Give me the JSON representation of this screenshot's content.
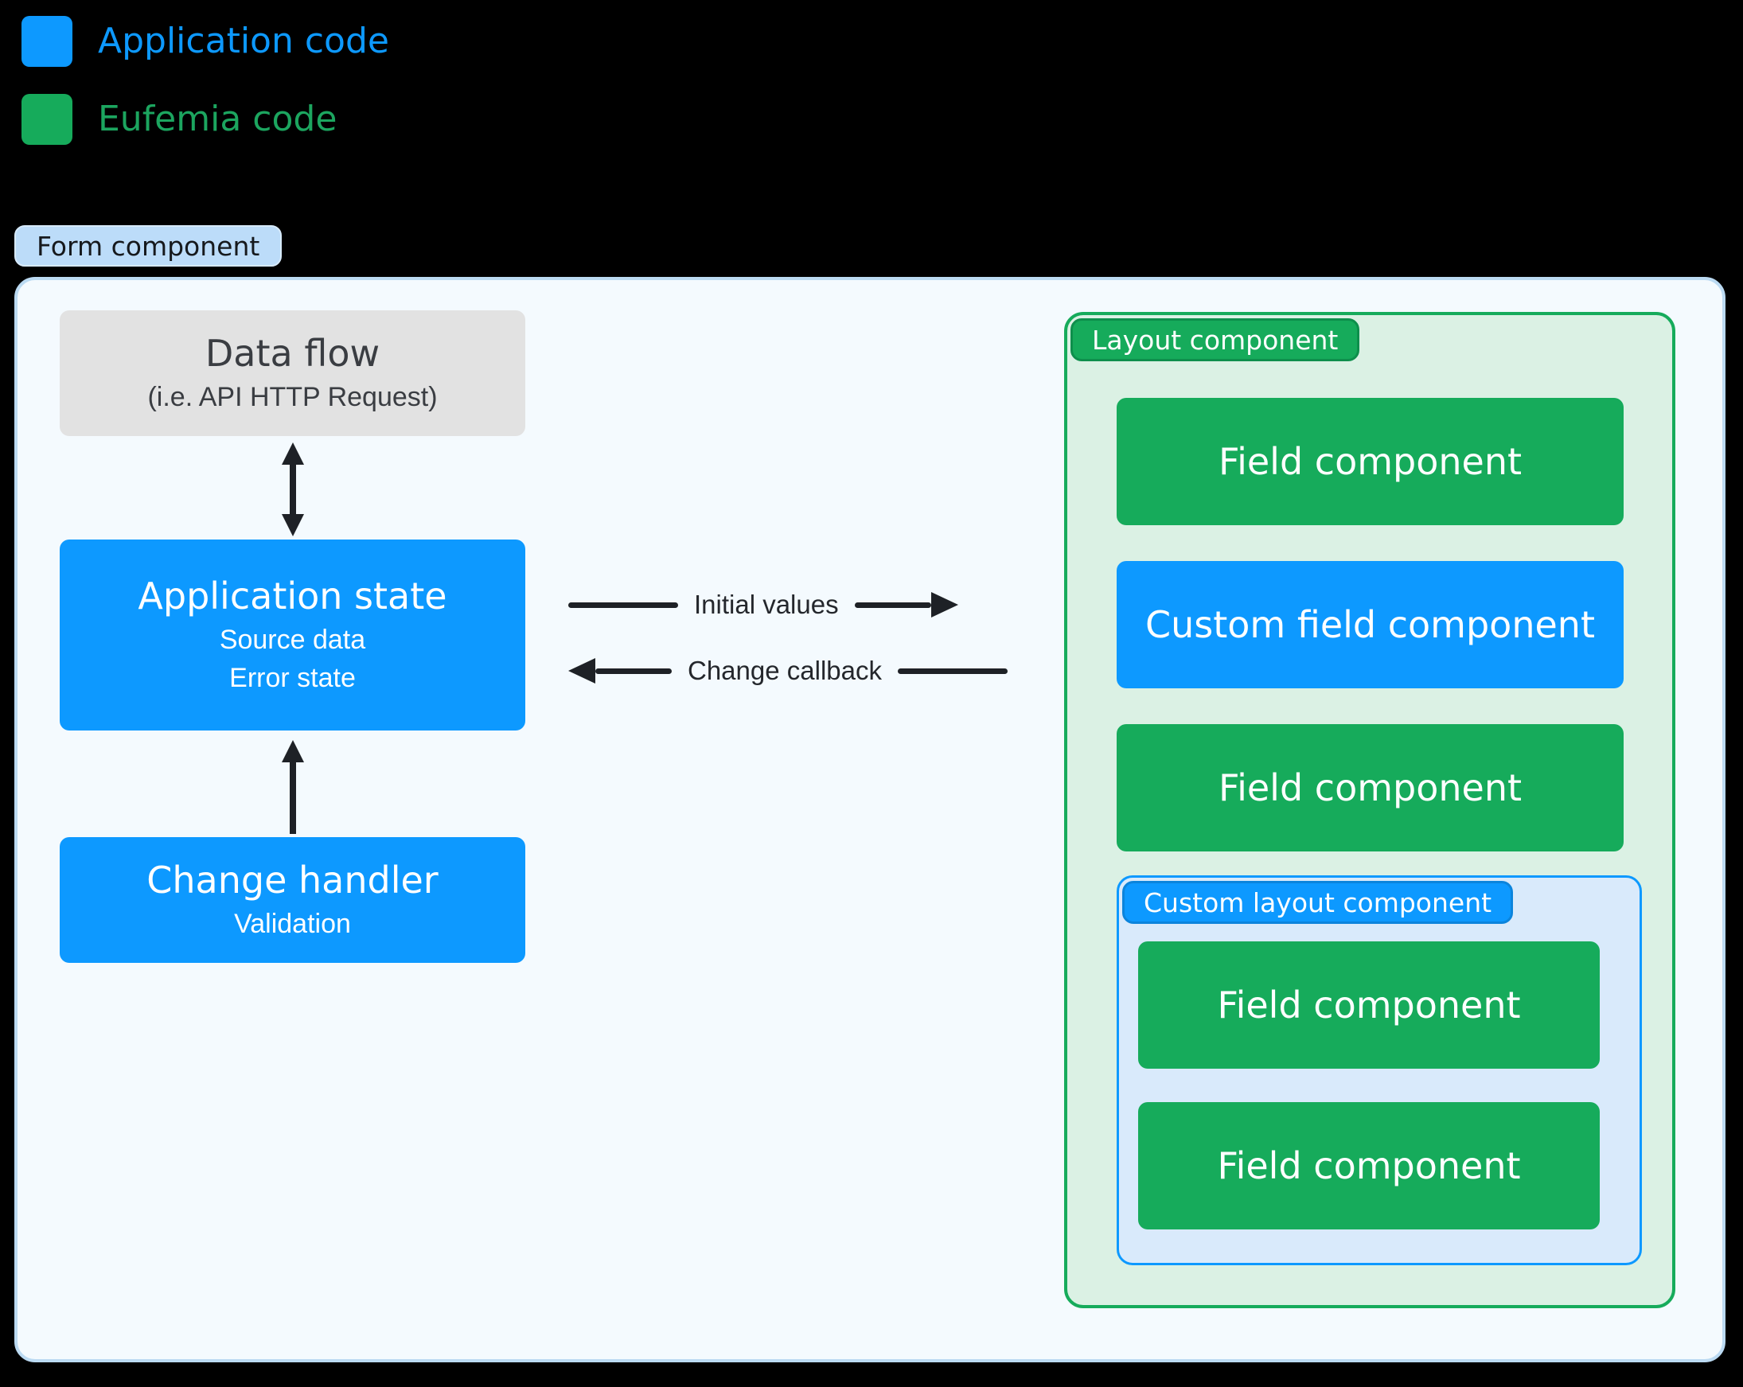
{
  "legend": {
    "items": [
      {
        "label": "Application code",
        "color": "#0D99FF"
      },
      {
        "label": "Eufemia code",
        "color": "#16AB5B"
      }
    ]
  },
  "form": {
    "label": "Form component",
    "left": {
      "data_flow": {
        "title": "Data flow",
        "subtitle": "(i.e. API HTTP Request)"
      },
      "application_state": {
        "title": "Application state",
        "lines": [
          "Source data",
          "Error state"
        ]
      },
      "change_handler": {
        "title": "Change handler",
        "lines": [
          "Validation"
        ]
      }
    },
    "flows": [
      {
        "label": "Initial values",
        "direction": "right"
      },
      {
        "label": "Change callback",
        "direction": "left"
      }
    ],
    "layout": {
      "label": "Layout component",
      "boxes": [
        {
          "label": "Field component",
          "kind": "eufemia"
        },
        {
          "label": "Custom field component",
          "kind": "application"
        },
        {
          "label": "Field component",
          "kind": "eufemia"
        }
      ],
      "custom_layout": {
        "label": "Custom layout component",
        "boxes": [
          {
            "label": "Field component",
            "kind": "eufemia"
          },
          {
            "label": "Field component",
            "kind": "eufemia"
          }
        ]
      }
    }
  },
  "colors": {
    "application_code": "#0D99FF",
    "eufemia_code": "#16AB5B",
    "background": "#000000",
    "form_container_bg": "#F4FAFE",
    "form_container_border": "#BBDAF2",
    "form_label_bg": "#BCDCF9",
    "layout_container_bg": "#DBF1E4",
    "custom_layout_bg": "#D9EAFB",
    "data_flow_box_bg": "#E2E2E2",
    "arrow": "#1E2126"
  }
}
